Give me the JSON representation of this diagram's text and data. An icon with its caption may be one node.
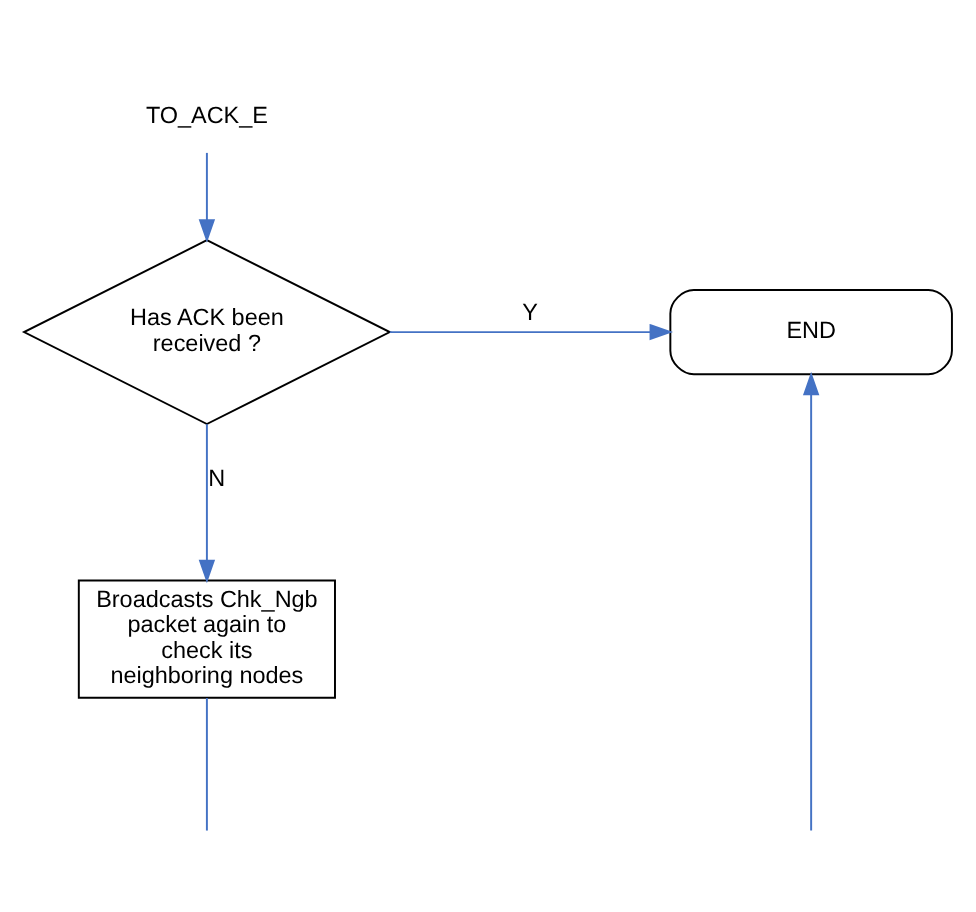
{
  "diagram": {
    "nodes": [
      {
        "text": [
          "TO_ACK_E"
        ]
      },
      {
        "text": [
          "Has ACK been received ?"
        ]
      },
      {
        "text": [
          "END"
        ]
      },
      {
        "text": [
          "Broadcasts Chk_Ngb packet again to check its neighboring nodes"
        ]
      }
    ],
    "edges": [
      {
        "from": 0,
        "to": 1,
        "arrow": "to"
      },
      {
        "from": 1,
        "to": 2,
        "arrow": "to",
        "label": "Y"
      },
      {
        "from": 1,
        "to": 3,
        "arrow": "to",
        "label": "N"
      },
      {
        "from": 3,
        "to": null,
        "arrow": "none"
      },
      {
        "from": null,
        "to": 2,
        "arrow": "to"
      }
    ]
  }
}
